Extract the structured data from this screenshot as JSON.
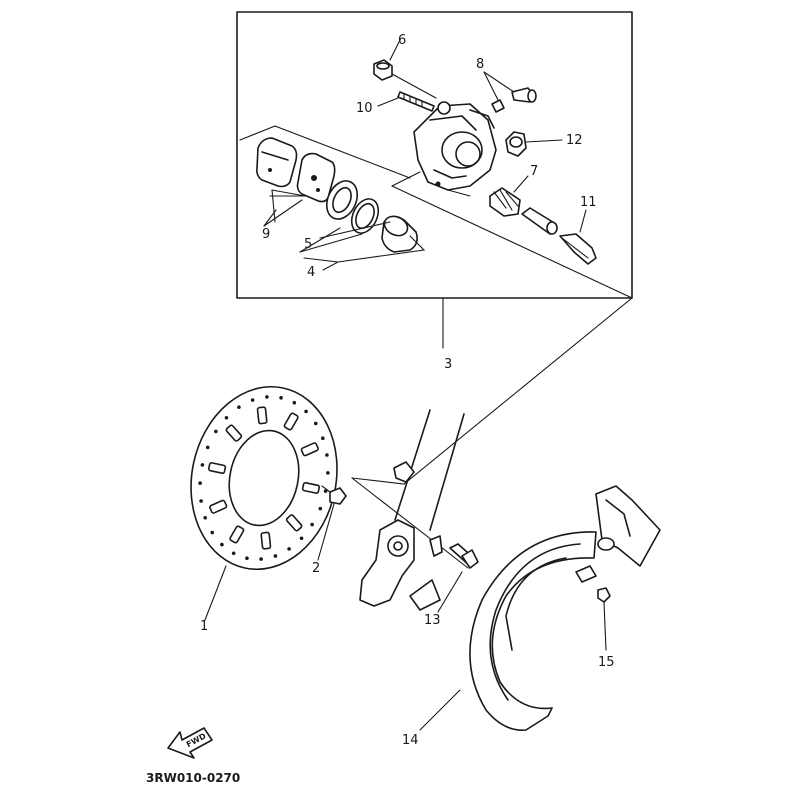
{
  "diagram": {
    "code": "3RW010-0270",
    "direction_label": "FWD",
    "parts": [
      {
        "id": "1",
        "label": "1"
      },
      {
        "id": "2",
        "label": "2"
      },
      {
        "id": "3",
        "label": "3"
      },
      {
        "id": "4",
        "label": "4"
      },
      {
        "id": "5",
        "label": "5"
      },
      {
        "id": "6",
        "label": "6"
      },
      {
        "id": "7",
        "label": "7"
      },
      {
        "id": "8",
        "label": "8"
      },
      {
        "id": "9",
        "label": "9"
      },
      {
        "id": "10",
        "label": "10"
      },
      {
        "id": "11",
        "label": "11"
      },
      {
        "id": "12",
        "label": "12"
      },
      {
        "id": "13",
        "label": "13"
      },
      {
        "id": "14",
        "label": "14"
      },
      {
        "id": "15",
        "label": "15"
      }
    ]
  }
}
